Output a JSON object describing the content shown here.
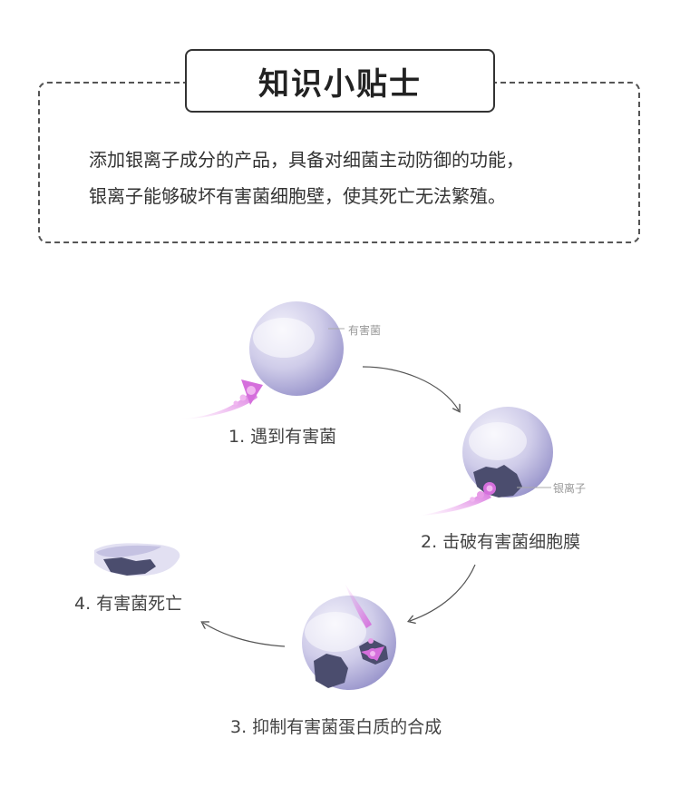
{
  "tip": {
    "title": "知识小贴士",
    "line1": "添加银离子成分的产品，具备对细菌主动防御的功能，",
    "line2": "银离子能够破坏有害菌细胞壁，使其死亡无法繁殖。"
  },
  "diagram": {
    "steps": [
      {
        "label": "1. 遇到有害菌"
      },
      {
        "label": "2. 击破有害菌细胞膜"
      },
      {
        "label": "3. 抑制有害菌蛋白质的合成"
      },
      {
        "label": "4. 有害菌死亡"
      }
    ],
    "callouts": {
      "bacteria": "有害菌",
      "silver_ion": "银离子"
    }
  },
  "colors": {
    "sphere": "#c9c6e6",
    "sphere_dark": "#8c88c2",
    "damage": "#4b4d6e",
    "ion": "#d977e0",
    "arrow": "#555555"
  }
}
